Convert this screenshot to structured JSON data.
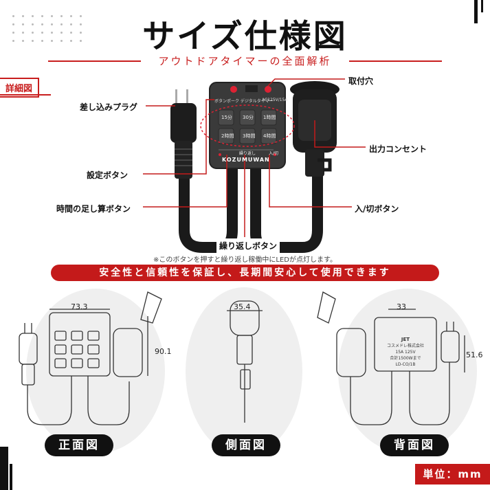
{
  "header": {
    "title": "サイズ仕様図",
    "subtitle": "アウトドアタイマーの全面解析",
    "detail_label": "詳細図"
  },
  "device": {
    "brand": "KOZUMUWAN",
    "panel_header": "ボタンポーク デジタルタイマー",
    "panel_rating": "AC125V/15A",
    "buttons": [
      "15分",
      "30分",
      "1時間",
      "2時間",
      "3時間",
      "4時間"
    ],
    "bottom_buttons": [
      "繰り返し",
      "入/切"
    ]
  },
  "callouts": {
    "plug": "差し込みプラグ",
    "mount": "取付穴",
    "outlet": "出力コンセント",
    "set_button": "設定ボタン",
    "time_add": "時間の足し算ボタン",
    "power": "入/切ボタン",
    "repeat": "繰り返しボタン"
  },
  "note": "※このボタンを押すと繰り返し稼働中にLEDが点灯します。",
  "banner": "安全性と信頼性を保証し、長期間安心して使用できます",
  "views": {
    "front": {
      "label": "正面図",
      "width": "73.3",
      "height": "90.1"
    },
    "side": {
      "label": "側面図",
      "depth": "35.4"
    },
    "back": {
      "label": "背面図",
      "width": "33",
      "height": "51.6",
      "sticker": [
        "JET",
        "コスメドレ株式会社",
        "15A 125V",
        "合計1500Wまで",
        "LD-CO/1B"
      ]
    }
  },
  "unit": "単位：mm",
  "colors": {
    "accent": "#c41a1a",
    "dark": "#111111",
    "device": "#3a3a3a"
  }
}
